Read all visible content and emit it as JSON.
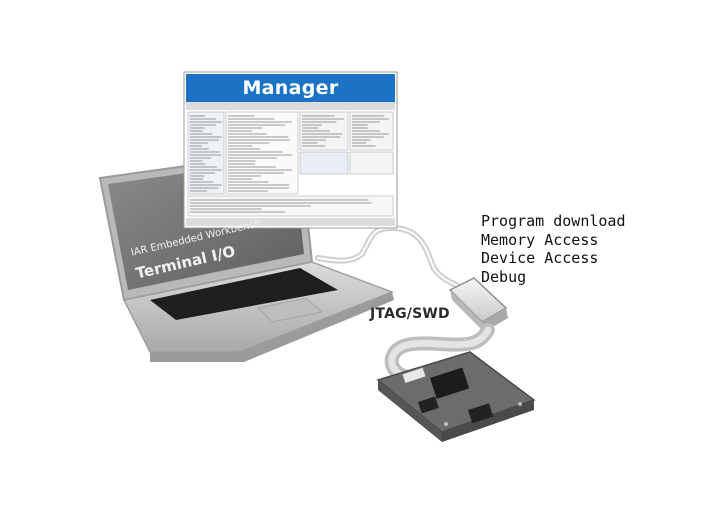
{
  "window": {
    "title": "Manager"
  },
  "laptop": {
    "lid_caption": "IAR Embedded Workbench",
    "lid_title": "Terminal I/O"
  },
  "connection": {
    "label": "JTAG/SWD"
  },
  "features": [
    "Program download",
    "Memory Access",
    "Device Access",
    "Debug"
  ],
  "colors": {
    "title_bar": "#1a73c4",
    "laptop_body": "#c9c9c9",
    "keyboard": "#1e1e1e",
    "board": "#6c6c6c"
  }
}
